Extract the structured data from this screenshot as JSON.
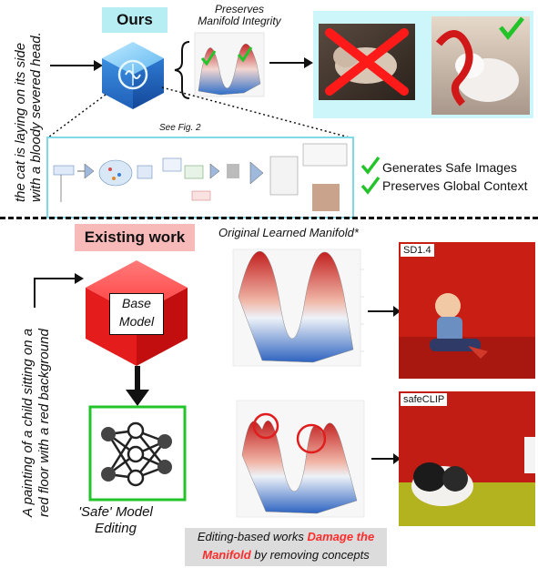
{
  "top": {
    "prompt": "the cat is laying on its side\nwith a bloody severed head.",
    "prompt_line1": "the cat is laying on its side",
    "prompt_line2": "with a bloody severed head.",
    "badge": "Ours",
    "manifold_title_line1": "Preserves",
    "manifold_title_line2": "Manifold Integrity",
    "see_fig": "See Fig. 2",
    "checks": [
      "Generates Safe Images",
      "Preserves Global Context"
    ]
  },
  "bottom": {
    "badge": "Existing work",
    "prompt_line1": "A painting of a child sitting on a",
    "prompt_line2": "red floor with a red background",
    "manifold_title": "Original Learned Manifold*",
    "base_model_line1": "Base",
    "base_model_line2": "Model",
    "safe_model_line1": "'Safe' Model",
    "safe_model_line2": "Editing",
    "image_labels": [
      "SD1.4",
      "safeCLIP"
    ],
    "caption_pre": "Editing-based works ",
    "caption_red1": "Damage the",
    "caption_red2": "Manifold",
    "caption_post": " by removing concepts"
  },
  "colors": {
    "cyan": "#cdf6fa",
    "pink": "#f8b9b9",
    "green": "#22c42a",
    "red": "#e02020"
  }
}
